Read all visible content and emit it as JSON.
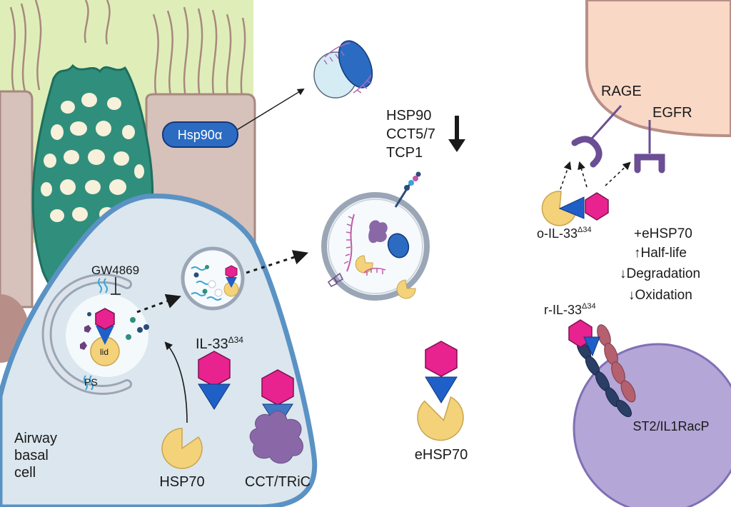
{
  "labels": {
    "hsp90a": "Hsp90α",
    "gw4869": "GW4869",
    "lid": "lid",
    "ps": "PS",
    "il33_base": "IL-33",
    "il33_sup": "Δ34",
    "hsp70": "HSP70",
    "cct_tric": "CCT/TRiC",
    "airway_line1": "Airway",
    "airway_line2": "basal",
    "airway_line3": "cell",
    "regulator_1": "HSP90",
    "regulator_2": "CCT5/7",
    "regulator_3": "TCP1",
    "ehsp70": "eHSP70",
    "rage": "RAGE",
    "egfr": "EGFR",
    "o_il33_base": "o-IL-33",
    "effects_1": "+eHSP70",
    "effects_2": "↑Half-life",
    "effects_3": "↓Degradation",
    "effects_4": "↓Oxidation",
    "r_il33_base": "r-IL-33",
    "st2": "ST2/IL1RacP"
  },
  "colors": {
    "il33_hexagon": "#e8238f",
    "il33_triangle": "#1f5fc8",
    "hsp70": "#f4d27a",
    "cct": "#8a68a8",
    "cell_fill": "#dbe6ee",
    "cell_border": "#5a92c4",
    "goblet": "#2f8f7c",
    "epithelium_bg": "#dfeeb8",
    "neighbor_cell": "#d6c1bb",
    "receptor": "#6b4e94",
    "top_right_cell": "#f9d8c6",
    "st2_cell": "#b4a6d6"
  }
}
